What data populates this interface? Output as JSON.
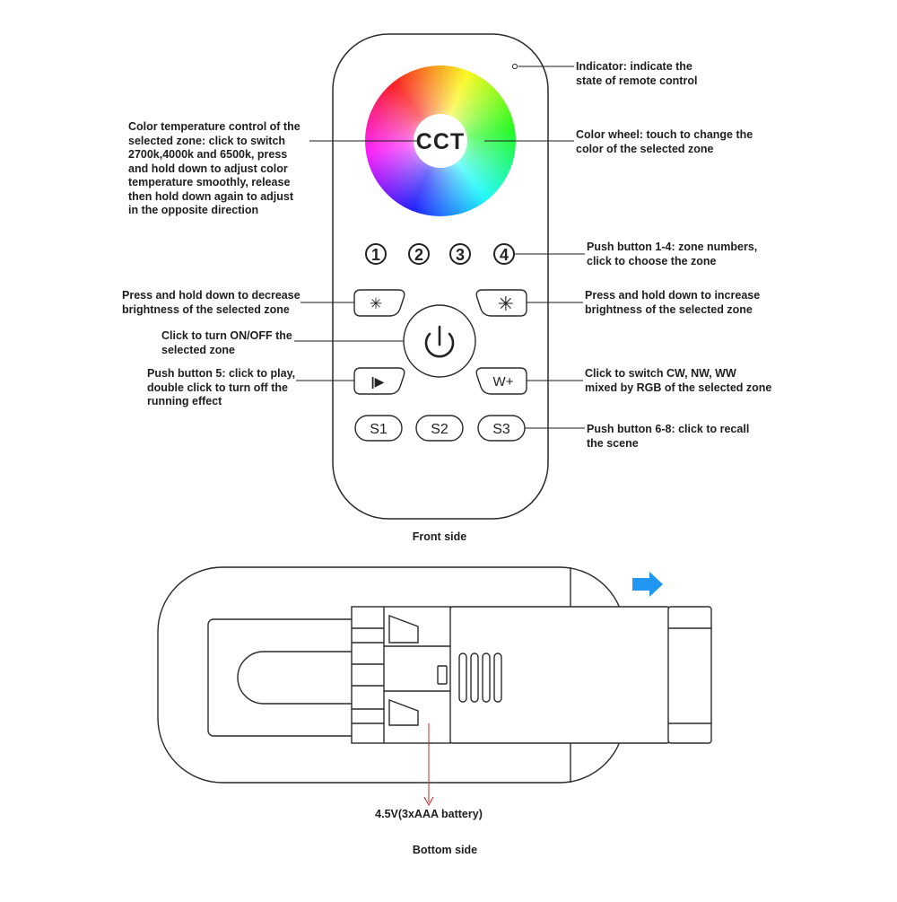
{
  "front": {
    "wheel_label": "CCT",
    "zones": [
      "1",
      "2",
      "3",
      "4"
    ],
    "brightness_down_symbol": "✳",
    "brightness_up_symbol": "✳",
    "play_symbol": "|▶",
    "wplus_label": "W+",
    "scenes": [
      "S1",
      "S2",
      "S3"
    ],
    "caption": "Front side"
  },
  "notes": {
    "indicator": "Indicator: indicate the\nstate of remote control",
    "color_wheel": "Color wheel: touch to change the\ncolor of the selected zone",
    "cct": "Color temperature control of the\nselected zone: click to switch\n2700k,4000k and 6500k, press\nand hold down to adjust color\ntemperature smoothly, release\nthen hold down again to adjust\nin the opposite direction",
    "zones": "Push button 1-4: zone numbers,\nclick to choose the zone",
    "brightness_down": "Press and hold down to decrease\nbrightness of the selected zone",
    "brightness_up": "Press and hold down to increase\nbrightness of the selected zone",
    "power": "Click to turn ON/OFF the\nselected zone",
    "play": "Push button 5: click to play,\ndouble click to turn off the\nrunning effect",
    "wplus": "Click to switch CW, NW, WW\nmixed by RGB of the selected zone",
    "scenes": "Push button 6-8: click to recall\nthe scene"
  },
  "bottom": {
    "battery_label": "4.5V(3xAAA battery)",
    "caption": "Bottom side"
  },
  "colors": {
    "outline": "#2a2a2a",
    "arrow_blue": "#2196f3",
    "battery_pointer": "#c62828"
  }
}
